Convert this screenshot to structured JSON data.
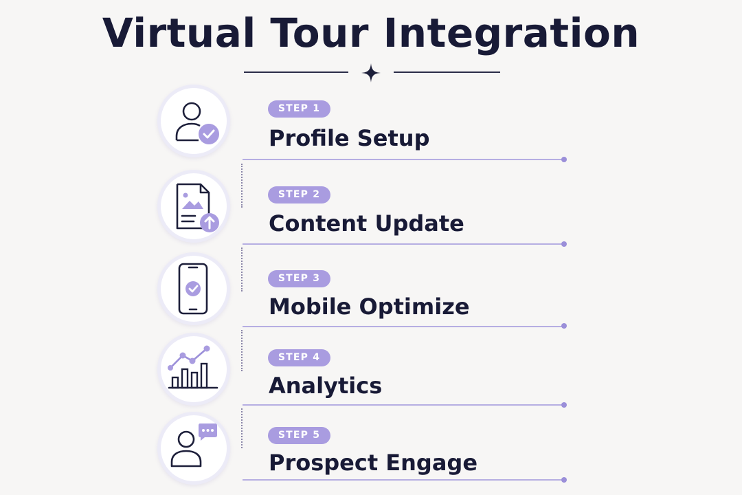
{
  "title": "Virtual Tour Integration",
  "colors": {
    "accent": "#a99ce0",
    "accent_dark": "#9b8fd9",
    "text": "#181a36",
    "background": "#f7f6f5"
  },
  "steps": [
    {
      "badge": "STEP 1",
      "title": "Profile Setup",
      "icon": "user-check-icon"
    },
    {
      "badge": "STEP 2",
      "title": "Content Update",
      "icon": "document-upload-icon"
    },
    {
      "badge": "STEP 3",
      "title": "Mobile Optimize",
      "icon": "mobile-check-icon"
    },
    {
      "badge": "STEP 4",
      "title": "Analytics",
      "icon": "analytics-chart-icon"
    },
    {
      "badge": "STEP 5",
      "title": "Prospect Engage",
      "icon": "user-chat-icon"
    }
  ]
}
